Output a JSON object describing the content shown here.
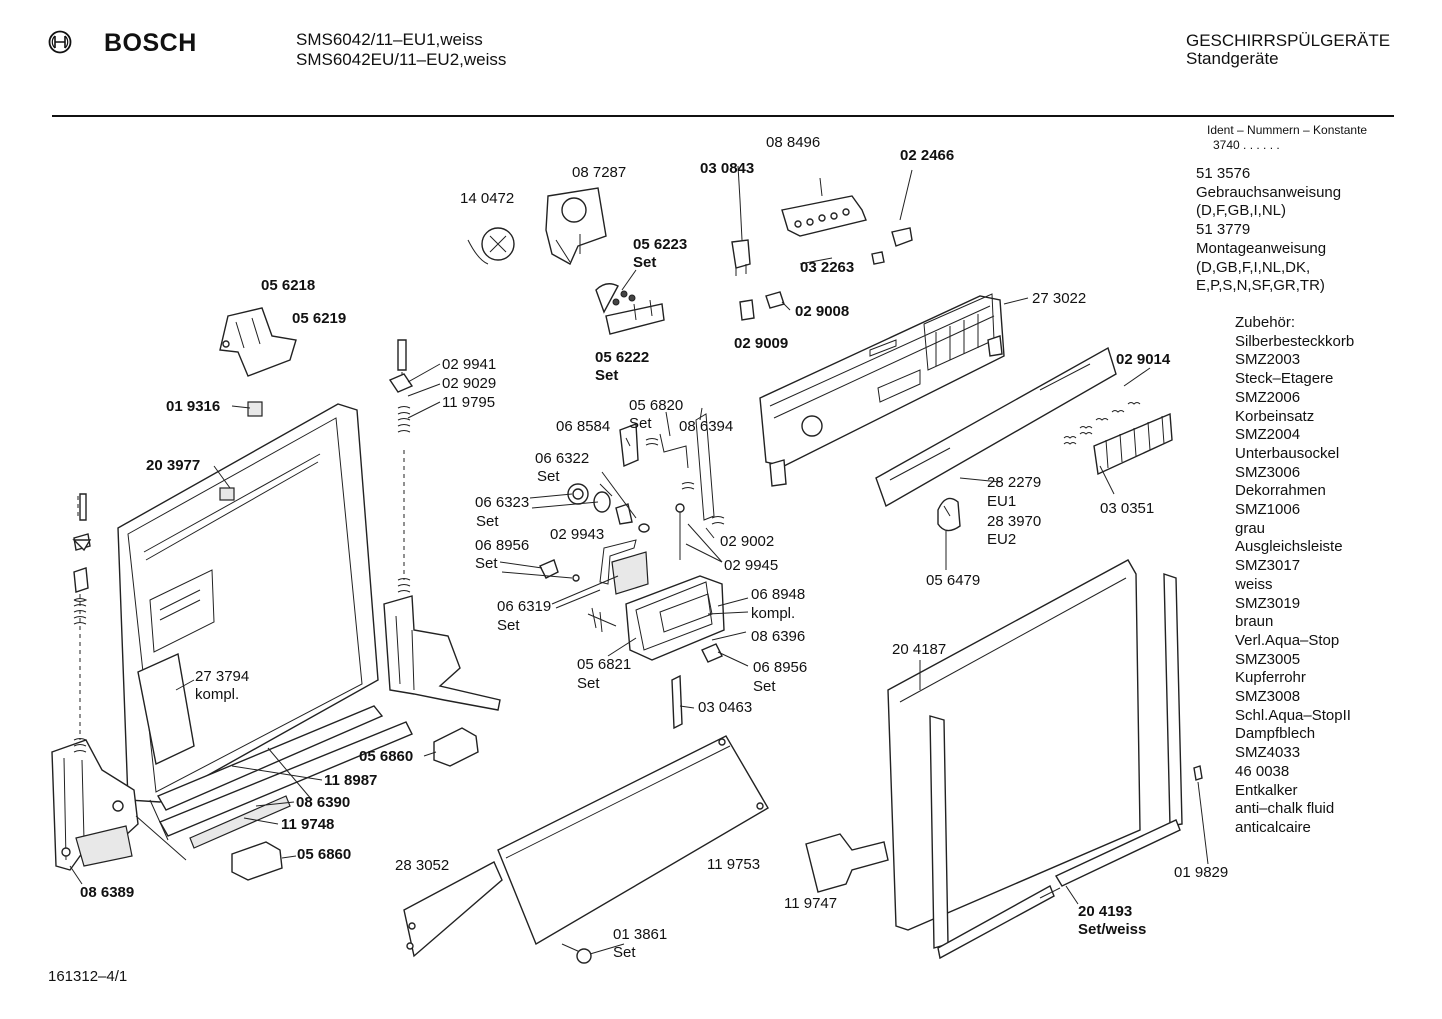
{
  "header": {
    "brand": "BOSCH",
    "models": [
      "SMS6042/11–EU1,weiss",
      "SMS6042EU/11–EU2,weiss"
    ],
    "category": "GESCHIRRSPÜLGERÄTE",
    "subcategory": "Standgeräte"
  },
  "ident": {
    "label": "Ident – Nummern – Konstante",
    "value": "3740  .  .  .  .  .  ."
  },
  "docs": [
    "51 3576",
    "Gebrauchsanweisung",
    "(D,F,GB,I,NL)",
    "51 3779",
    "Montageanweisung",
    "(D,GB,F,I,NL,DK,",
    "E,P,S,N,SF,GR,TR)"
  ],
  "accessories": [
    "Zubehör:",
    "Silberbesteckkorb",
    "SMZ2003",
    "Steck–Etagere",
    "SMZ2006",
    "Korbeinsatz",
    "SMZ2004",
    "Unterbausockel",
    "SMZ3006",
    "Dekorrahmen",
    "SMZ1006",
    "grau",
    "Ausgleichsleiste",
    "SMZ3017",
    "weiss",
    "SMZ3019",
    "braun",
    "Verl.Aqua–Stop",
    "SMZ3005",
    "Kupferrohr",
    "SMZ3008",
    "Schl.Aqua–StopII",
    "Dampfblech",
    "SMZ4033",
    "46 0038",
    "Entkalker",
    "anti–chalk fluid",
    "anticalcaire"
  ],
  "footer": "161312–4/1",
  "labels": {
    "p140472": "14 0472",
    "p087287": "08 7287",
    "p030843": "03 0843",
    "p088496": "08 8496",
    "p022466": "02 2466",
    "p056223": "05 6223",
    "set1": "Set",
    "p032263": "03 2263",
    "p056218": "05 6218",
    "p056219": "05 6219",
    "p029008": "02 9008",
    "p029009": "02 9009",
    "p056222": "05 6222",
    "set2": "Set",
    "p273022": "27 3022",
    "p029941": "02 9941",
    "p029029": "02 9029",
    "p119795": "11 9795",
    "p019316": "01 9316",
    "p203977": "20 3977",
    "p056820": "05 6820",
    "set3": "Set",
    "p068584": "06 8584",
    "p086394": "08 6394",
    "p066322": "06 6322",
    "set4": "Set",
    "p066323": "06 6323",
    "set5": "Set",
    "p029014": "02 9014",
    "p029943": "02 9943",
    "p068956a": "06 8956",
    "set6": "Set",
    "p029002": "02 9002",
    "p029945": "02 9945",
    "p282279": "28 2279",
    "eu1": "EU1",
    "p283970": "28 3970",
    "eu2": "EU2",
    "p030351": "03 0351",
    "p066319": "06 6319",
    "set7": "Set",
    "p068948": "06 8948",
    "kompl1": "kompl.",
    "p056479": "05 6479",
    "p086396": "08 6396",
    "p056821": "05 6821",
    "set8": "Set",
    "p068956b": "06 8956",
    "set9": "Set",
    "p204187": "20 4187",
    "p273794": "27 3794",
    "kompl2": "kompl.",
    "p030463": "03 0463",
    "p056860a": "05 6860",
    "p118987": "11 8987",
    "p086390": "08 6390",
    "p119748": "11 9748",
    "p056860b": "05 6860",
    "p086389": "08 6389",
    "p283052": "28 3052",
    "p119753": "11 9753",
    "p119747": "11 9747",
    "p019829": "01 9829",
    "p013861": "01 3861",
    "set10": "Set",
    "p204193": "20 4193",
    "setweiss": "Set/weiss"
  }
}
